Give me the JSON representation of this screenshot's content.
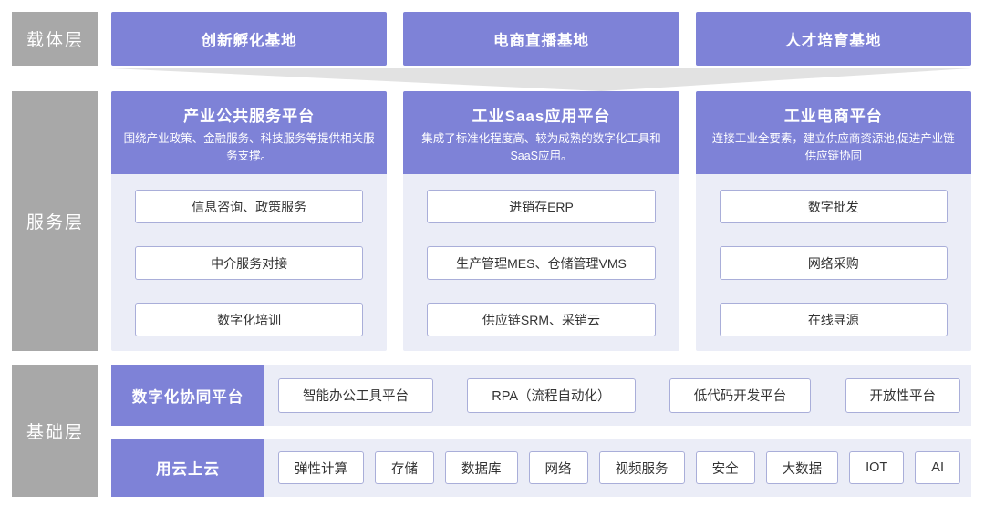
{
  "colors": {
    "accent_purple": "#7e82d7",
    "panel_lavender": "#ebedf7",
    "label_gray": "#a8a8a8",
    "divider_gray": "#e2e2e2",
    "box_border": "#a9aed9"
  },
  "carrier": {
    "label": "载体层",
    "bases": [
      "创新孵化基地",
      "电商直播基地",
      "人才培育基地"
    ]
  },
  "service": {
    "label": "服务层",
    "platforms": [
      {
        "title": "产业公共服务平台",
        "desc": "围绕产业政策、金融服务、科技服务等提供相关服务支撑。",
        "items": [
          "信息咨询、政策服务",
          "中介服务对接",
          "数字化培训"
        ]
      },
      {
        "title": "工业Saas应用平台",
        "desc": "集成了标准化程度高、较为成熟的数字化工具和SaaS应用。",
        "items": [
          "进销存ERP",
          "生产管理MES、仓储管理VMS",
          "供应链SRM、采销云"
        ]
      },
      {
        "title": "工业电商平台",
        "desc": "连接工业全要素，建立供应商资源池,促进产业链供应链协同",
        "items": [
          "数字批发",
          "网络采购",
          "在线寻源"
        ]
      }
    ]
  },
  "base": {
    "label": "基础层",
    "rows": [
      {
        "title": "数字化协同平台",
        "items": [
          "智能办公工具平台",
          "RPA（流程自动化）",
          "低代码开发平台",
          "开放性平台"
        ]
      },
      {
        "title": "用云上云",
        "items": [
          "弹性计算",
          "存储",
          "数据库",
          "网络",
          "视频服务",
          "安全",
          "大数据",
          "IOT",
          "AI"
        ]
      }
    ]
  }
}
